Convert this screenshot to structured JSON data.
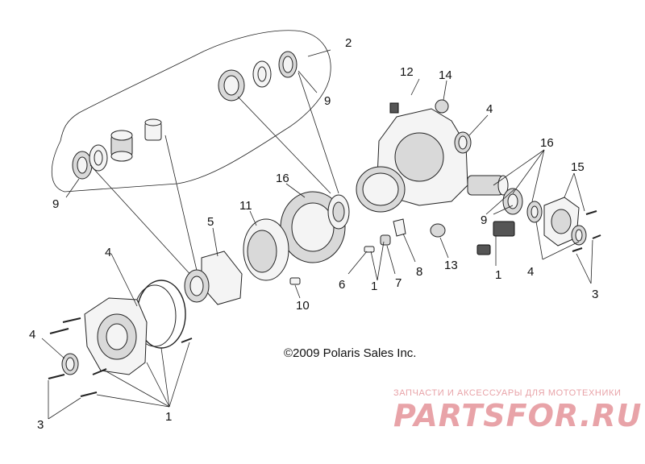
{
  "callouts": {
    "c1a": "1",
    "c1b": "1",
    "c1c": "1",
    "c2": "2",
    "c3a": "3",
    "c3b": "3",
    "c4a": "4",
    "c4b": "4",
    "c4c": "4",
    "c4d": "4",
    "c5": "5",
    "c6": "6",
    "c7": "7",
    "c8": "8",
    "c9a": "9",
    "c9b": "9",
    "c9c": "9",
    "c10": "10",
    "c11": "11",
    "c12": "12",
    "c13": "13",
    "c14": "14",
    "c15": "15",
    "c16a": "16",
    "c16b": "16"
  },
  "copyright": "©2009 Polaris Sales Inc.",
  "watermark": {
    "tagline": "ЗАПЧАСТИ И АКСЕССУАРЫ ДЛЯ МОТОТЕХНИКИ",
    "logo_text": "PARTSFOR.RU",
    "color": "#e8a3a8"
  }
}
